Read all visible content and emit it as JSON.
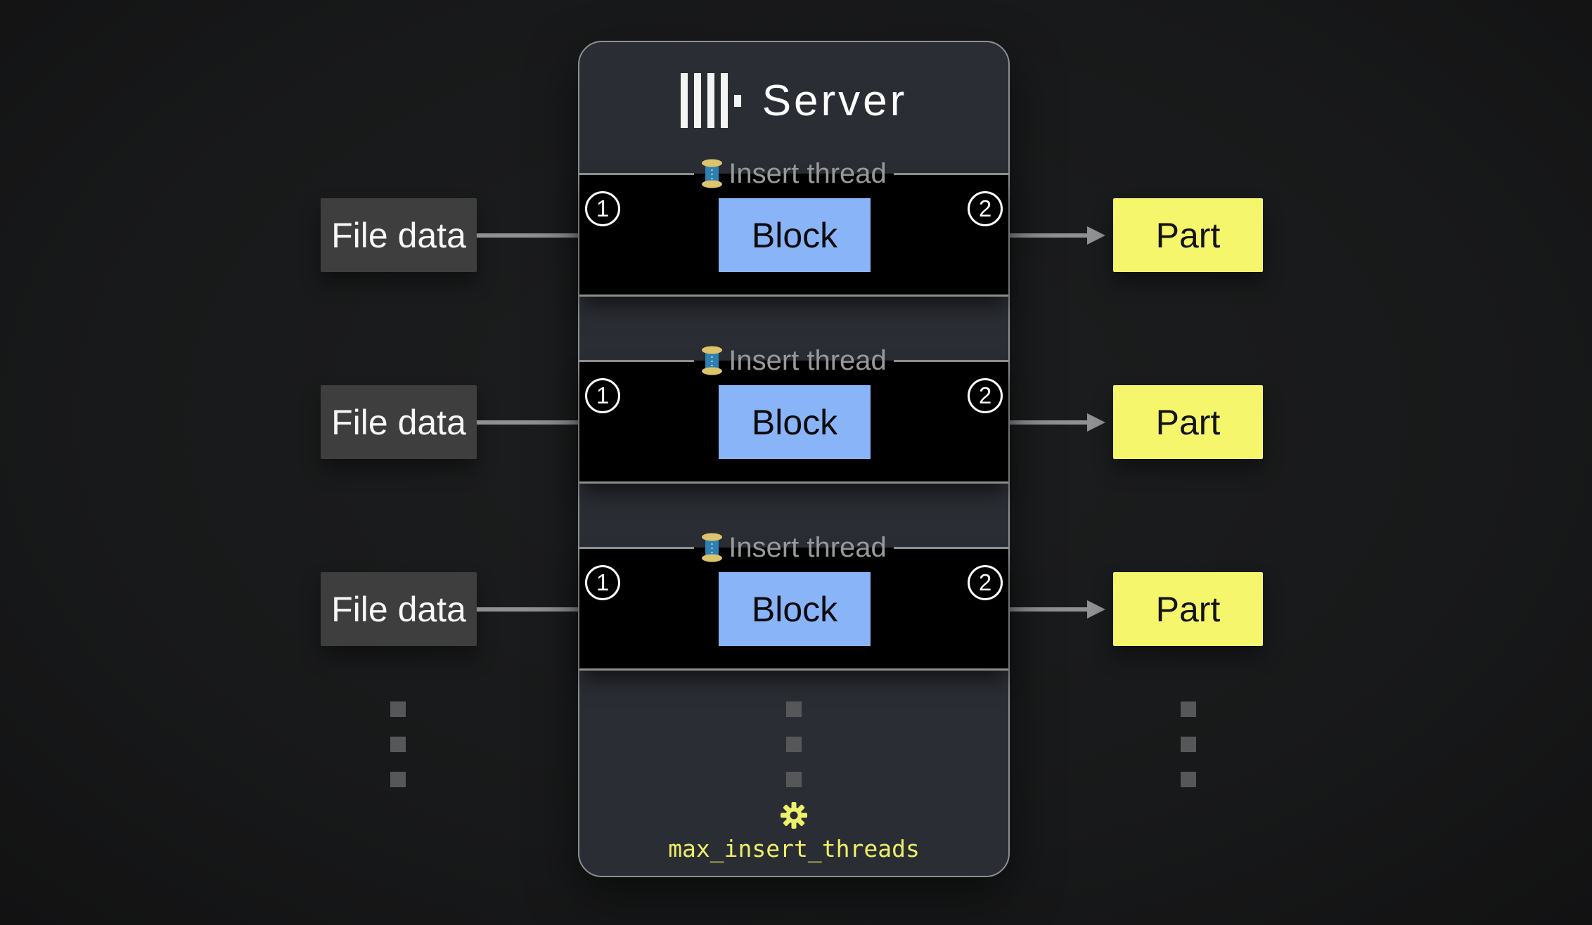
{
  "server": {
    "title": "Server",
    "logo_icon": "clickhouse-logo",
    "setting_icon": "gear-icon",
    "setting": "max_insert_threads"
  },
  "rows": [
    {
      "file_data": "File data",
      "thread_icon": "thread-spool-icon",
      "thread_label": "Insert thread",
      "step_in": "1",
      "block": "Block",
      "step_out": "2",
      "part": "Part"
    },
    {
      "file_data": "File data",
      "thread_icon": "thread-spool-icon",
      "thread_label": "Insert thread",
      "step_in": "1",
      "block": "Block",
      "step_out": "2",
      "part": "Part"
    },
    {
      "file_data": "File data",
      "thread_icon": "thread-spool-icon",
      "thread_label": "Insert thread",
      "step_in": "1",
      "block": "Block",
      "step_out": "2",
      "part": "Part"
    }
  ],
  "ellipsis": {
    "columns": 3,
    "dots_per_column": 3
  },
  "colors": {
    "page_bg": "#18191a",
    "panel_bg": "#2a2d33",
    "panel_border": "#8d9093",
    "lane_bg": "#000000",
    "divider": "#8c8e90",
    "file_data_bg": "#3e3e3f",
    "block_bg": "#8ab4f8",
    "part_bg": "#f6f66d",
    "accent_yellow": "#eef06a",
    "arrow": "#8f9193",
    "dot": "#565758",
    "legend_text": "#97999b"
  }
}
